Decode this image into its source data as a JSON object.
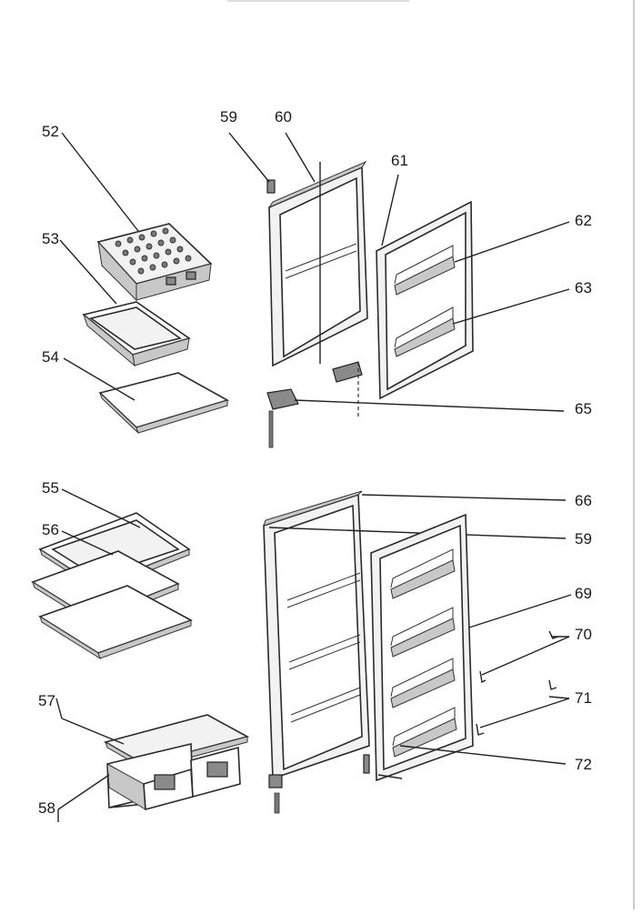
{
  "callouts": {
    "c52": "52",
    "c53": "53",
    "c54": "54",
    "c55": "55",
    "c56": "56",
    "c57": "57",
    "c58": "58",
    "c59a": "59",
    "c60": "60",
    "c61": "61",
    "c62": "62",
    "c63": "63",
    "c65": "65",
    "c66": "66",
    "c59b": "59",
    "c69": "69",
    "c70": "70",
    "c71": "71",
    "c72": "72"
  }
}
